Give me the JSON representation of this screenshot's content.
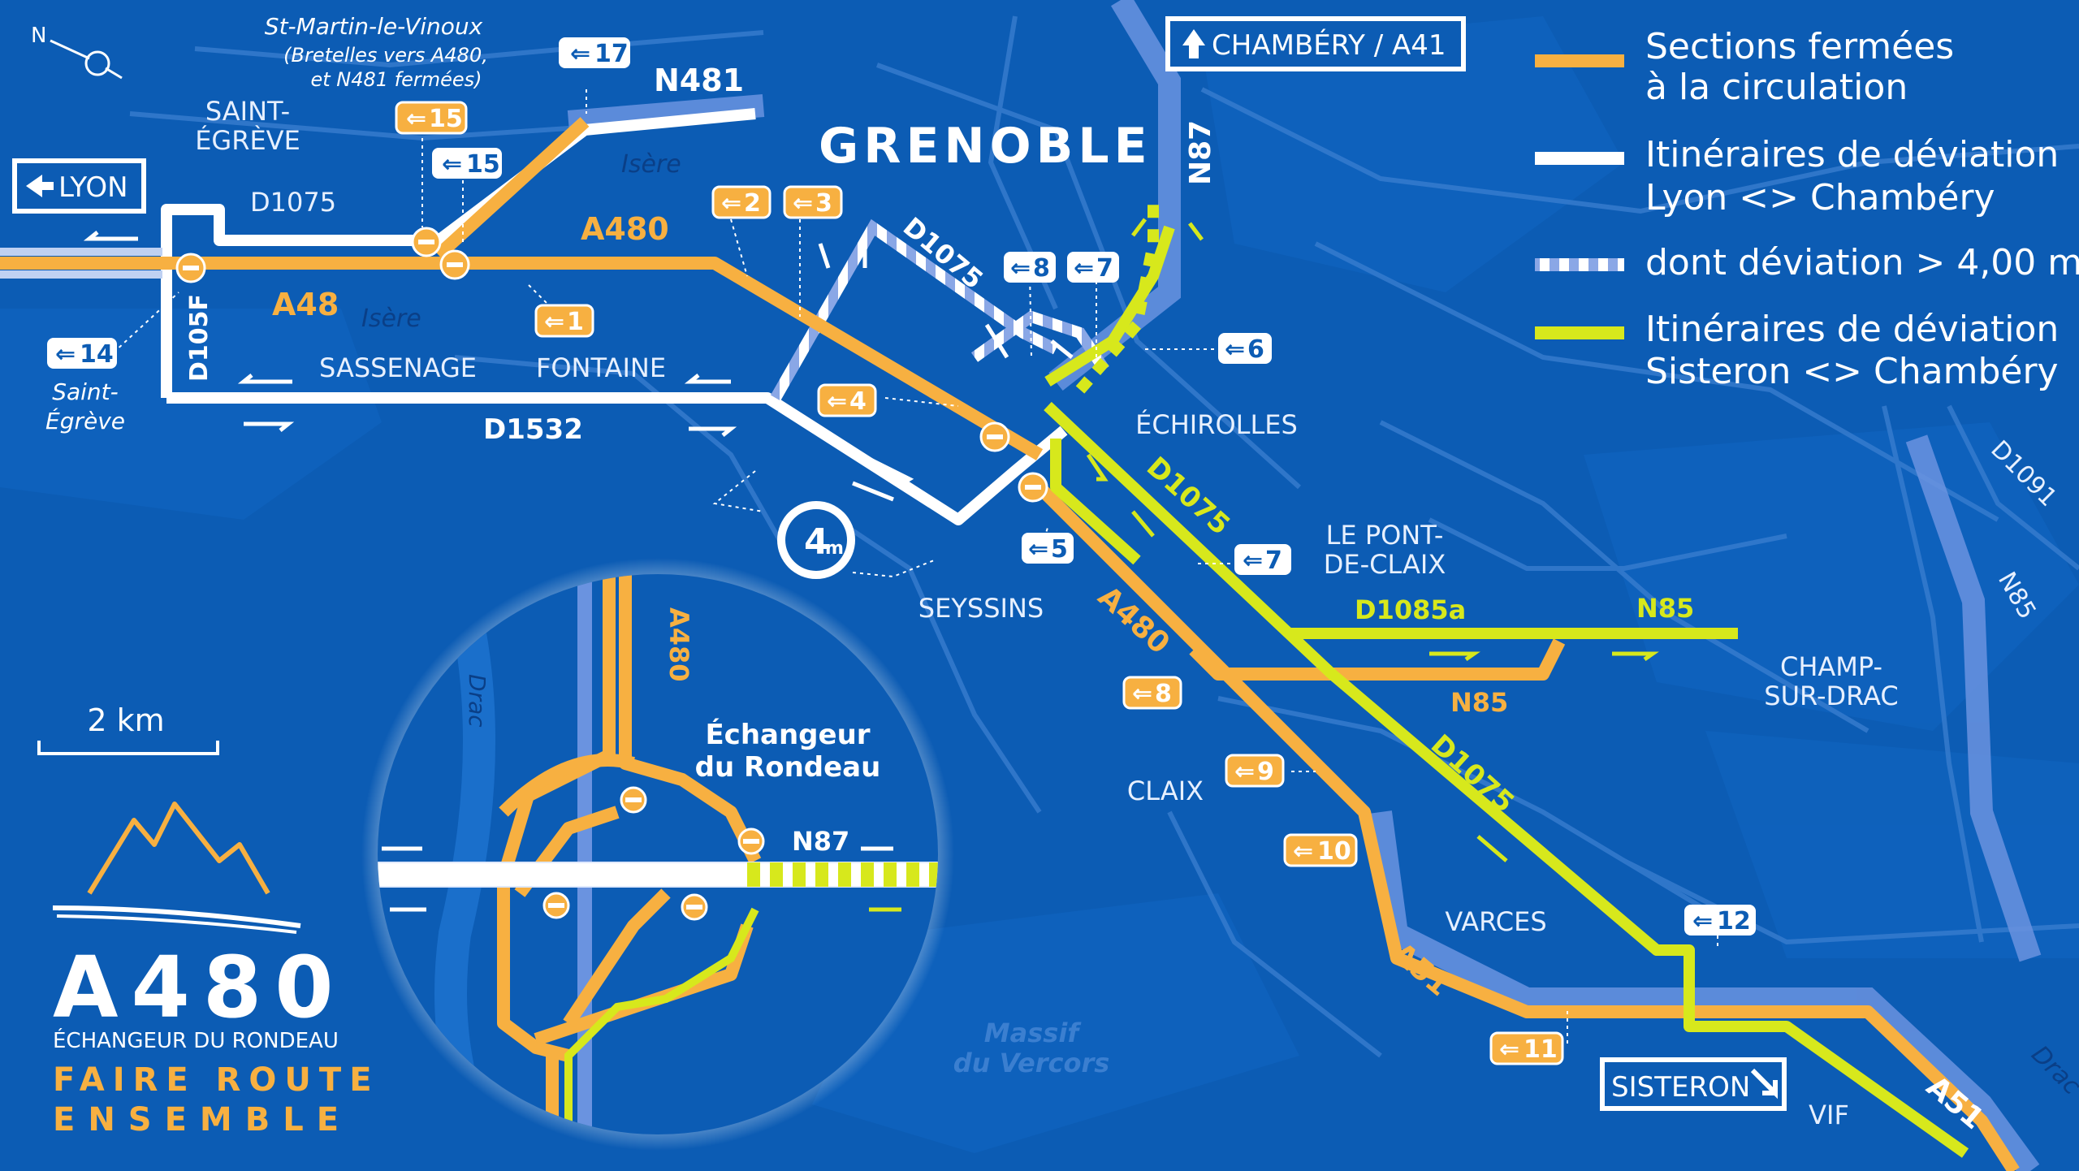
{
  "legend": {
    "closed": "Sections fermées",
    "closed2": "à la circulation",
    "detour_lc": "Itinéraires de déviation",
    "detour_lc2": "Lyon <> Chambéry",
    "detour_high": "dont déviation > 4,00 m",
    "detour_sc": "Itinéraires de déviation",
    "detour_sc2": "Sisteron <> Chambéry"
  },
  "colors": {
    "water": "#0c5cb4",
    "closed": "#f7b041",
    "detour_lc": "#ffffff",
    "detour_sc": "#d7e81c"
  },
  "signs": {
    "lyon": "LYON",
    "chambery": "CHAMBÉRY / A41",
    "sisteron": "SISTERON"
  },
  "places": {
    "stmartin": "St-Martin-le-Vinoux",
    "stmartin2": "(Bretelles vers A480,",
    "stmartin3": "et N481 fermées)",
    "stegreve_a": "SAINT-",
    "stegreve_b": "ÉGRÈVE",
    "grenoble": "GRENOBLE",
    "sassenage": "SASSENAGE",
    "fontaine": "FONTAINE",
    "echirolles": "ÉCHIROLLES",
    "pontclaix_a": "LE PONT-",
    "pontclaix_b": "DE-CLAIX",
    "seyssins": "SEYSSINS",
    "claix": "CLAIX",
    "varces": "VARCES",
    "champ_a": "CHAMP-",
    "champ_b": "SUR-DRAC",
    "vif": "VIF",
    "massif_a": "Massif",
    "massif_b": "du Vercors",
    "stegreve_it_a": "Saint-",
    "stegreve_it_b": "Égrève",
    "isere1": "Isère",
    "isere2": "Isère",
    "drac1": "Drac",
    "drac2": "Drac"
  },
  "roads": {
    "n481": "N481",
    "n87": "N87",
    "a480_top": "A480",
    "a48": "A48",
    "d1075_w": "D1075",
    "d105f": "D105F",
    "d1532": "D1532",
    "d1075_loop": "D1075",
    "d1075_g1": "D1075",
    "d1075_g2": "D1075",
    "d1085a": "D1085a",
    "n85_g": "N85",
    "n85_o": "N85",
    "a480_mid": "A480",
    "a51_mid": "A51",
    "a51_br": "A51",
    "d1091": "D1091",
    "n85_e": "N85"
  },
  "exits": {
    "e17": "17",
    "e15a": "15",
    "e15b": "15",
    "e1": "1",
    "e2": "2",
    "e3": "3",
    "e8a": "8",
    "e7a": "7",
    "e6": "6",
    "e14": "14",
    "e4": "4",
    "e5": "5",
    "e7b": "7",
    "e8b": "8",
    "e9": "9",
    "e10": "10",
    "e11": "11",
    "e12": "12"
  },
  "height_limit": "4",
  "height_unit": "m",
  "scale": "2 km",
  "inset": {
    "title_a": "Échangeur",
    "title_b": "du Rondeau",
    "road_a480": "A480",
    "road_n87": "N87",
    "river": "Drac"
  },
  "brand": {
    "title": "A480",
    "subtitle": "ÉCHANGEUR DU RONDEAU",
    "slogan1": "FAIRE ROUTE",
    "slogan2": "ENSEMBLE"
  }
}
